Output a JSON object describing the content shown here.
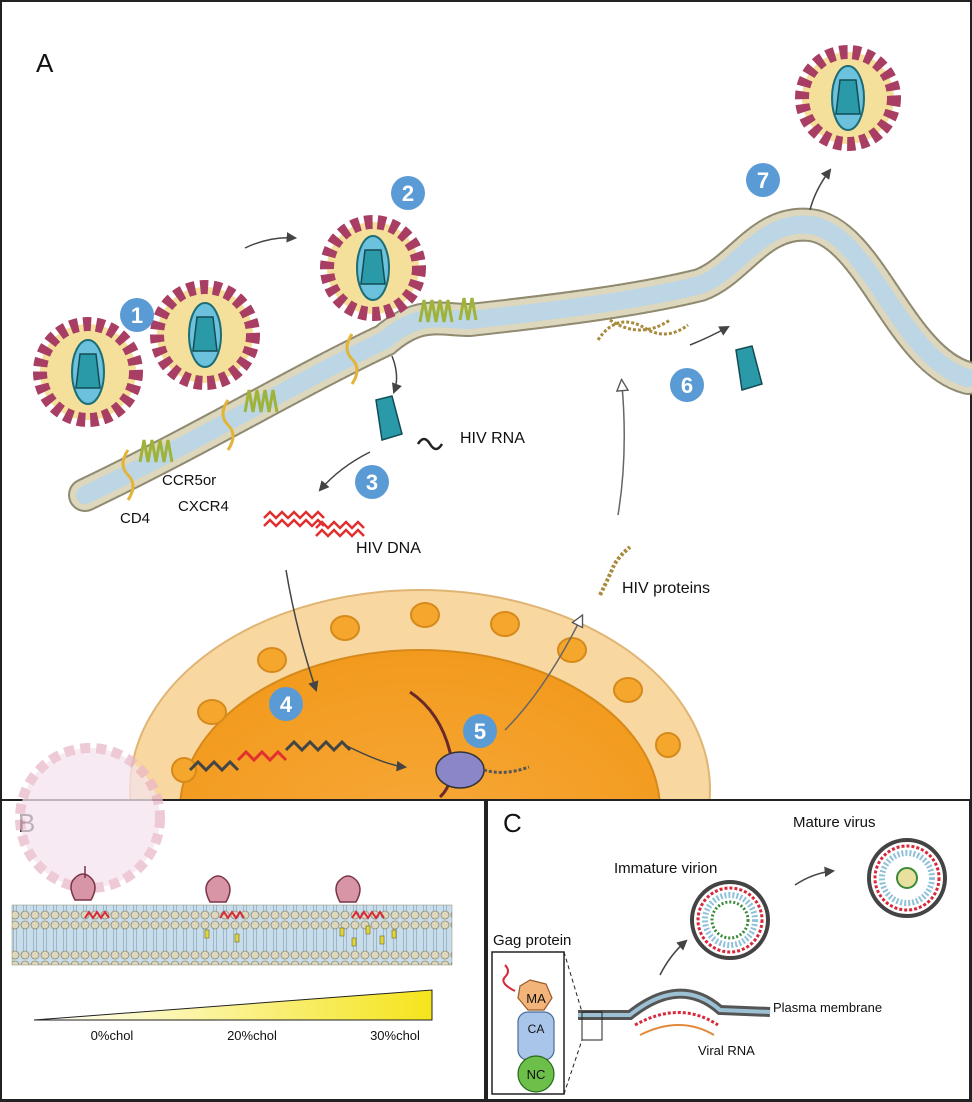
{
  "panels": {
    "a": "A",
    "b": "B",
    "c": "C"
  },
  "steps": [
    "1",
    "2",
    "3",
    "4",
    "5",
    "6",
    "7"
  ],
  "labels": {
    "cd4": "CD4",
    "ccr5or": "CCR5or",
    "cxcr4": "CXCR4",
    "hiv_rna": "HIV RNA",
    "hiv_dna": "HIV DNA",
    "hiv_proteins": "HIV proteins"
  },
  "panel_b": {
    "chol_labels": [
      "0%chol",
      "20%chol",
      "30%chol"
    ]
  },
  "panel_c": {
    "mature_virus": "Mature virus",
    "immature_virion": "Immature virion",
    "gag_protein": "Gag protein",
    "ma": "MA",
    "ca": "CA",
    "nc": "NC",
    "plasma_membrane": "Plasma membrane",
    "viral_rna": "Viral RNA"
  },
  "colors": {
    "step_badge": "#5b9bd5",
    "virus_spikes": "#a83e63",
    "virus_core": "#2a9aa8",
    "nucleus": "#f5a623",
    "cell_edge": "#f8d39a",
    "membrane_head": "#d9d4b8",
    "membrane_tail": "#b7d3e6",
    "hiv_dna": "#e03030",
    "gradient_end": "#f6e62a"
  }
}
